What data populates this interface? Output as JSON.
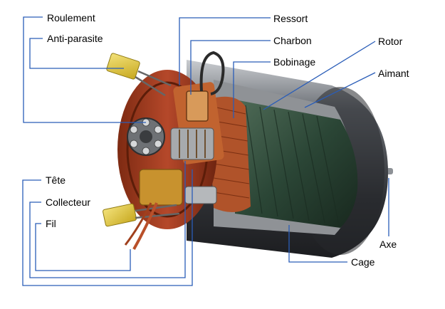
{
  "labels": {
    "roulement": "Roulement",
    "antiparasite": "Anti-parasite",
    "ressort": "Ressort",
    "charbon": "Charbon",
    "bobinage": "Bobinage",
    "rotor": "Rotor",
    "aimant": "Aimant",
    "tete": "Tête",
    "collecteur": "Collecteur",
    "fil": "Fil",
    "axe": "Axe",
    "cage": "Cage"
  },
  "colors": {
    "leader": "#2a5db8",
    "housing": "#4a4d52",
    "end_cap": "#9a3a1c",
    "winding": "#b0532a",
    "rotor_core": "#2f4f3c",
    "capacitor": "#e2c93a"
  }
}
